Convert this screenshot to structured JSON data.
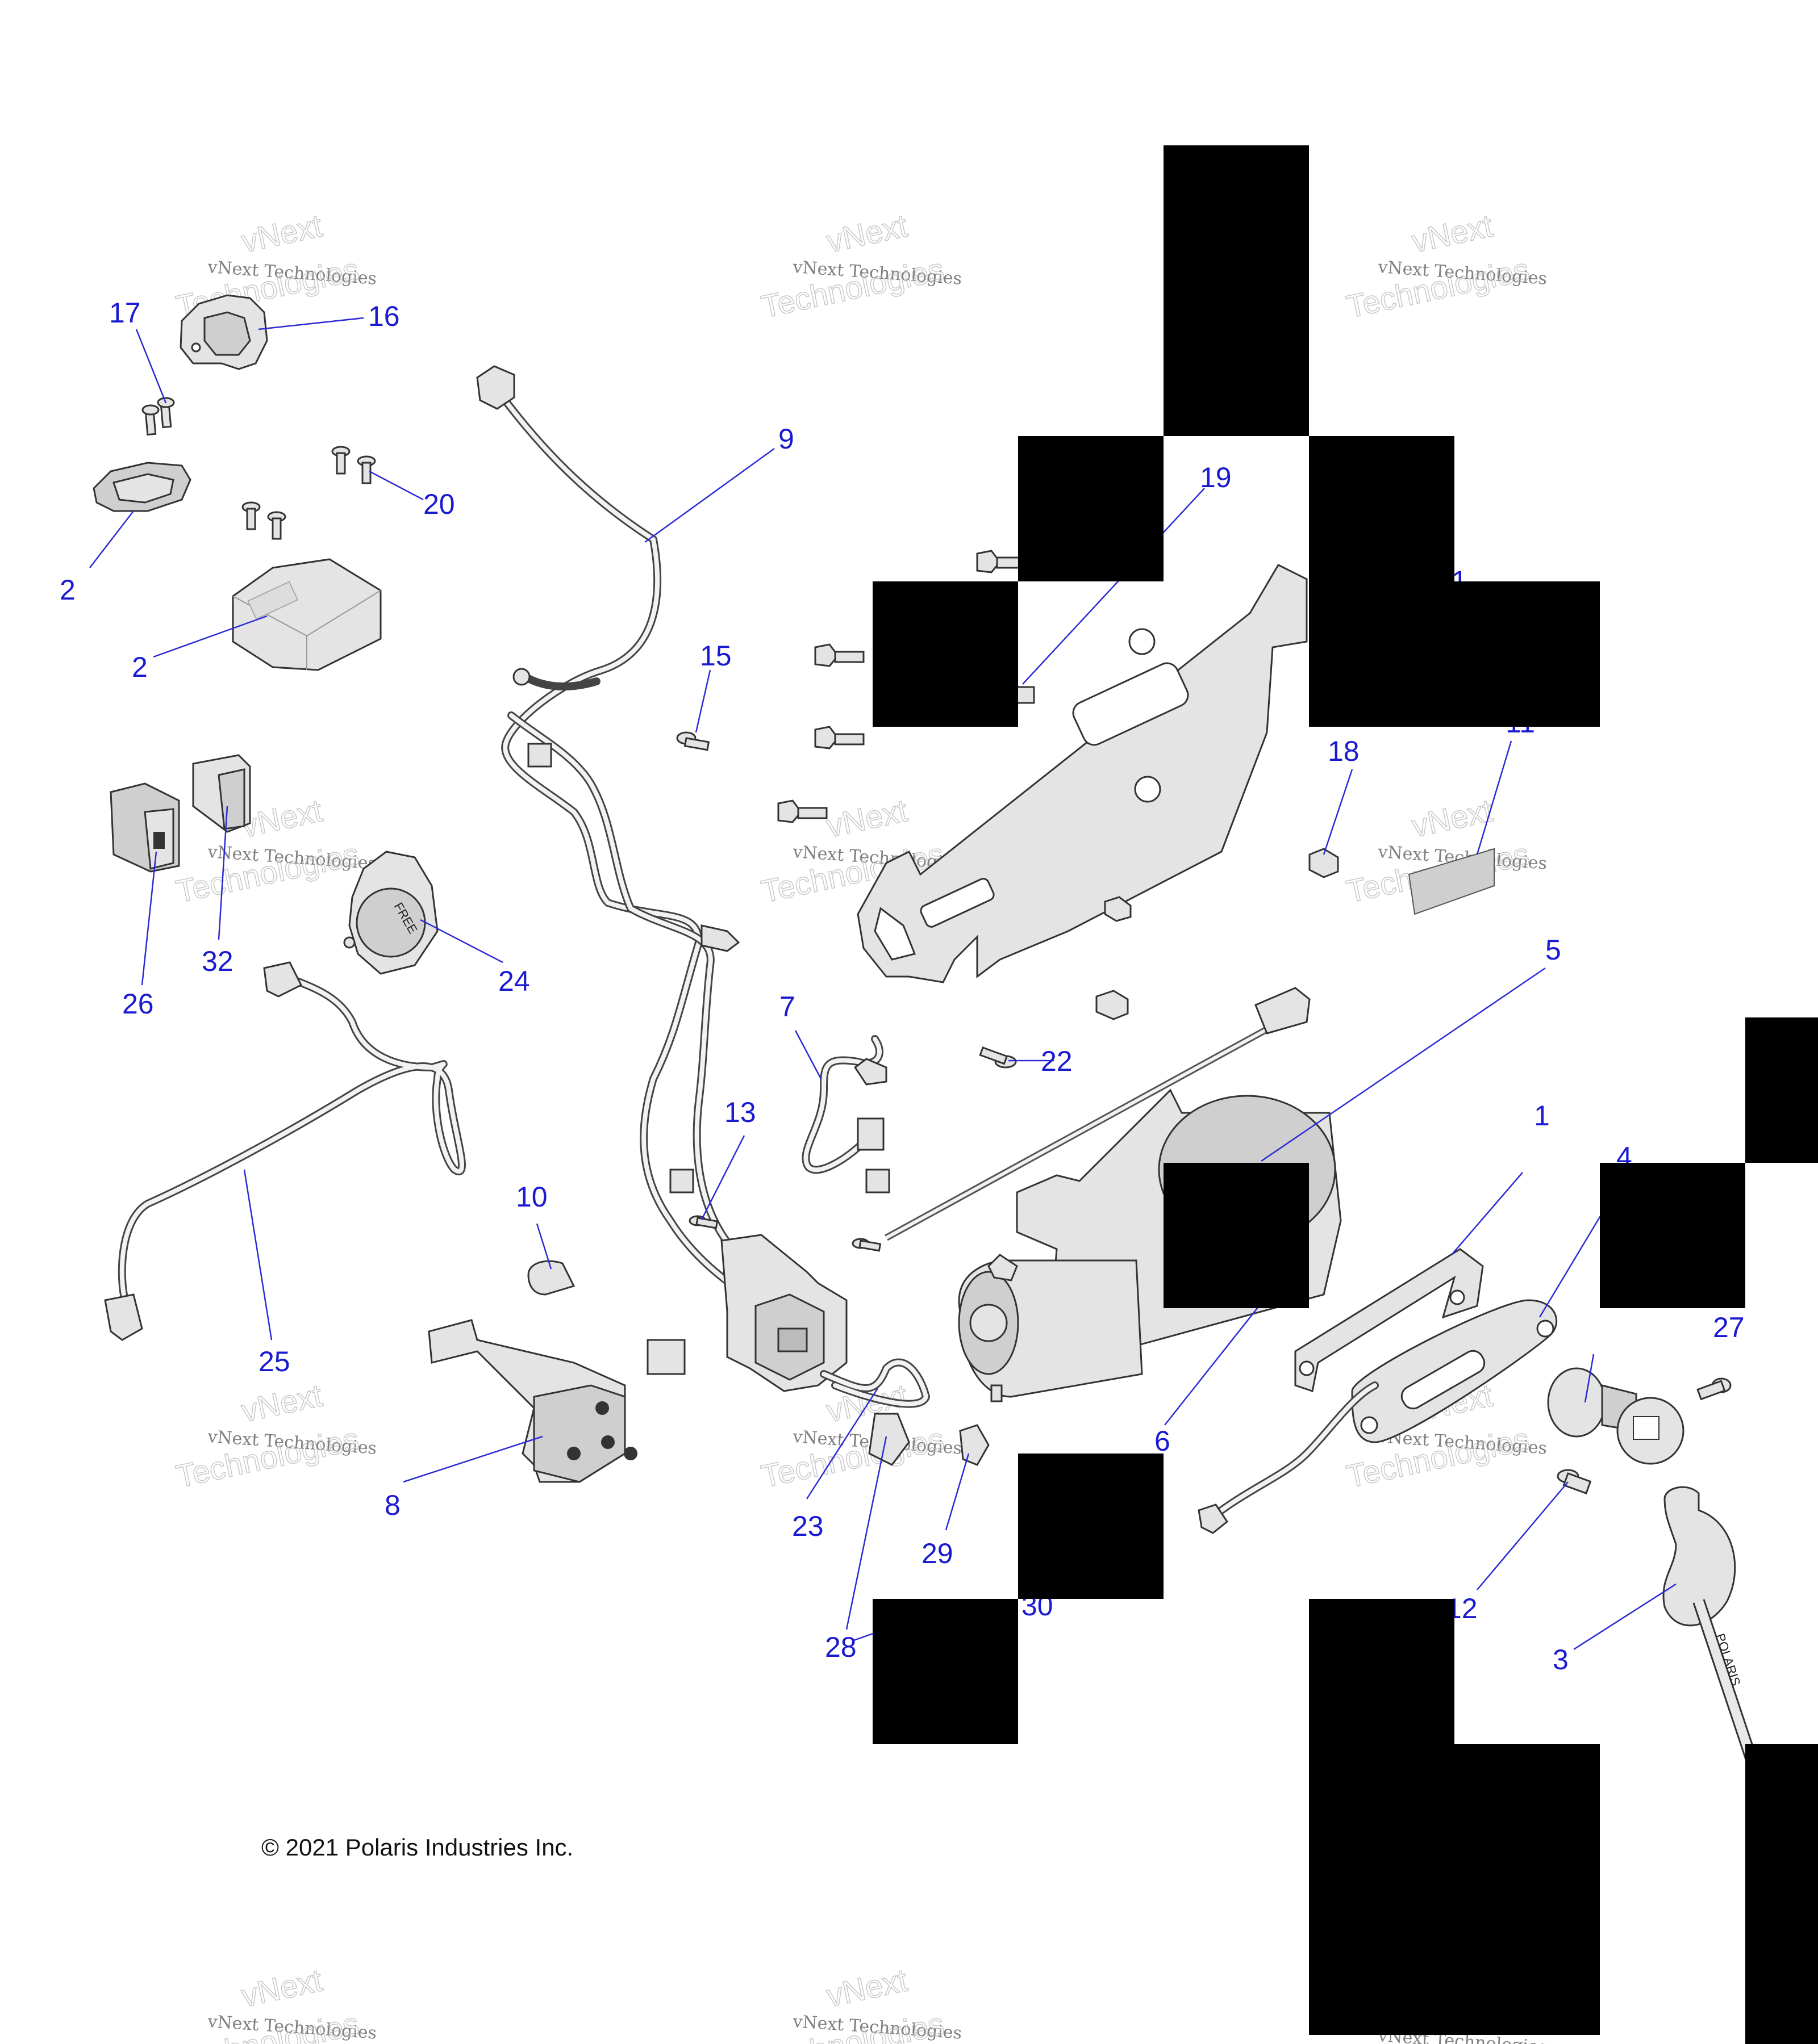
{
  "copyright": "© 2021 Polaris Industries Inc.",
  "watermark": {
    "line1": "vNext Technologies",
    "line2": "Technologies",
    "line3": "vNext"
  },
  "callouts": {
    "c1": "1",
    "c1b": "1",
    "c2a": "2",
    "c2b": "2",
    "c3": "3",
    "c4": "4",
    "c5": "5",
    "c6": "6",
    "c7": "7",
    "c8": "8",
    "c9": "9",
    "c10": "10",
    "c11": "11",
    "c12": "12",
    "c13": "13",
    "c15": "15",
    "c16": "16",
    "c17": "17",
    "c18": "18",
    "c19": "19",
    "c20": "20",
    "c22": "22",
    "c23": "23",
    "c24": "24",
    "c25": "25",
    "c26": "26",
    "c27": "27",
    "c28": "28",
    "c29": "29",
    "c30": "30",
    "c32": "32"
  },
  "labels": {
    "switch_text": "FREE",
    "hook_strap": "POLARIS"
  },
  "colors": {
    "callout": "#1a1ad0",
    "redaction": "#000000"
  }
}
